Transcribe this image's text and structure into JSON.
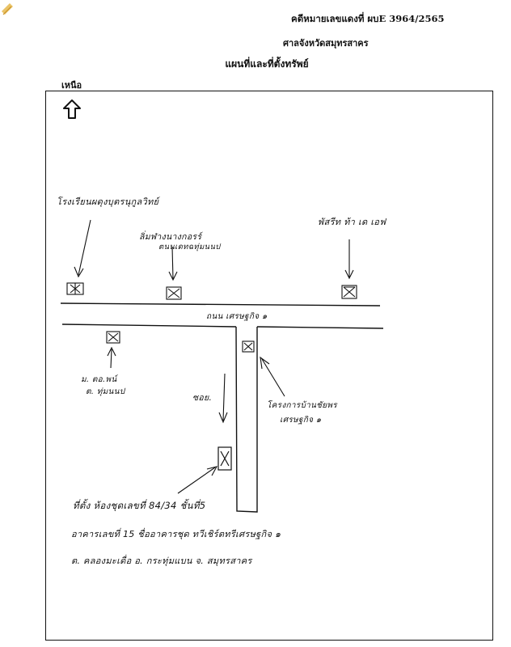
{
  "header": {
    "case_number": "คดีหมายเลขแดงที่ ผบE 3964/2565",
    "court": "ศาลจังหวัดสมุทรสาคร",
    "title": "แผนที่และที่ตั้งทรัพย์"
  },
  "map": {
    "north_label": "เหนือ",
    "north_icon": "up-arrow-icon",
    "labels": {
      "landmark_1": "โรงเรียนผดุงบุตรนุกูลวิทย์",
      "landmark_2_line1": "ลิ่มฬางนางกอรร์",
      "landmark_2_line2": "ตนนเดทฉทุ่มนนป",
      "landmark_3": "พัสรีท ท้า เด เอฟ",
      "road_name": "ถนน เศรษฐกิจ ๑",
      "left_landmark_line1": "ม. ตอ.พน์",
      "left_landmark_line2": "ต. ทุ่มนนป",
      "alley": "ซอย.",
      "right_landmark_line1": "โครงการบ้านชัยพร",
      "right_landmark_line2": "เศรษฐกิจ ๑",
      "location_line1": "ที่ตั้ง ห้องชุดเลขที่ 84/34 ชั้นที่5",
      "location_line2": "อาคารเลขที่ 15 ชื่ออาคารชุด ทวีเชิร์ตทรีเศรษฐกิจ ๑",
      "location_line3": "ต. คลองมะเดื่อ อ. กระทุ่มแบน จ. สมุทรสาคร"
    }
  }
}
